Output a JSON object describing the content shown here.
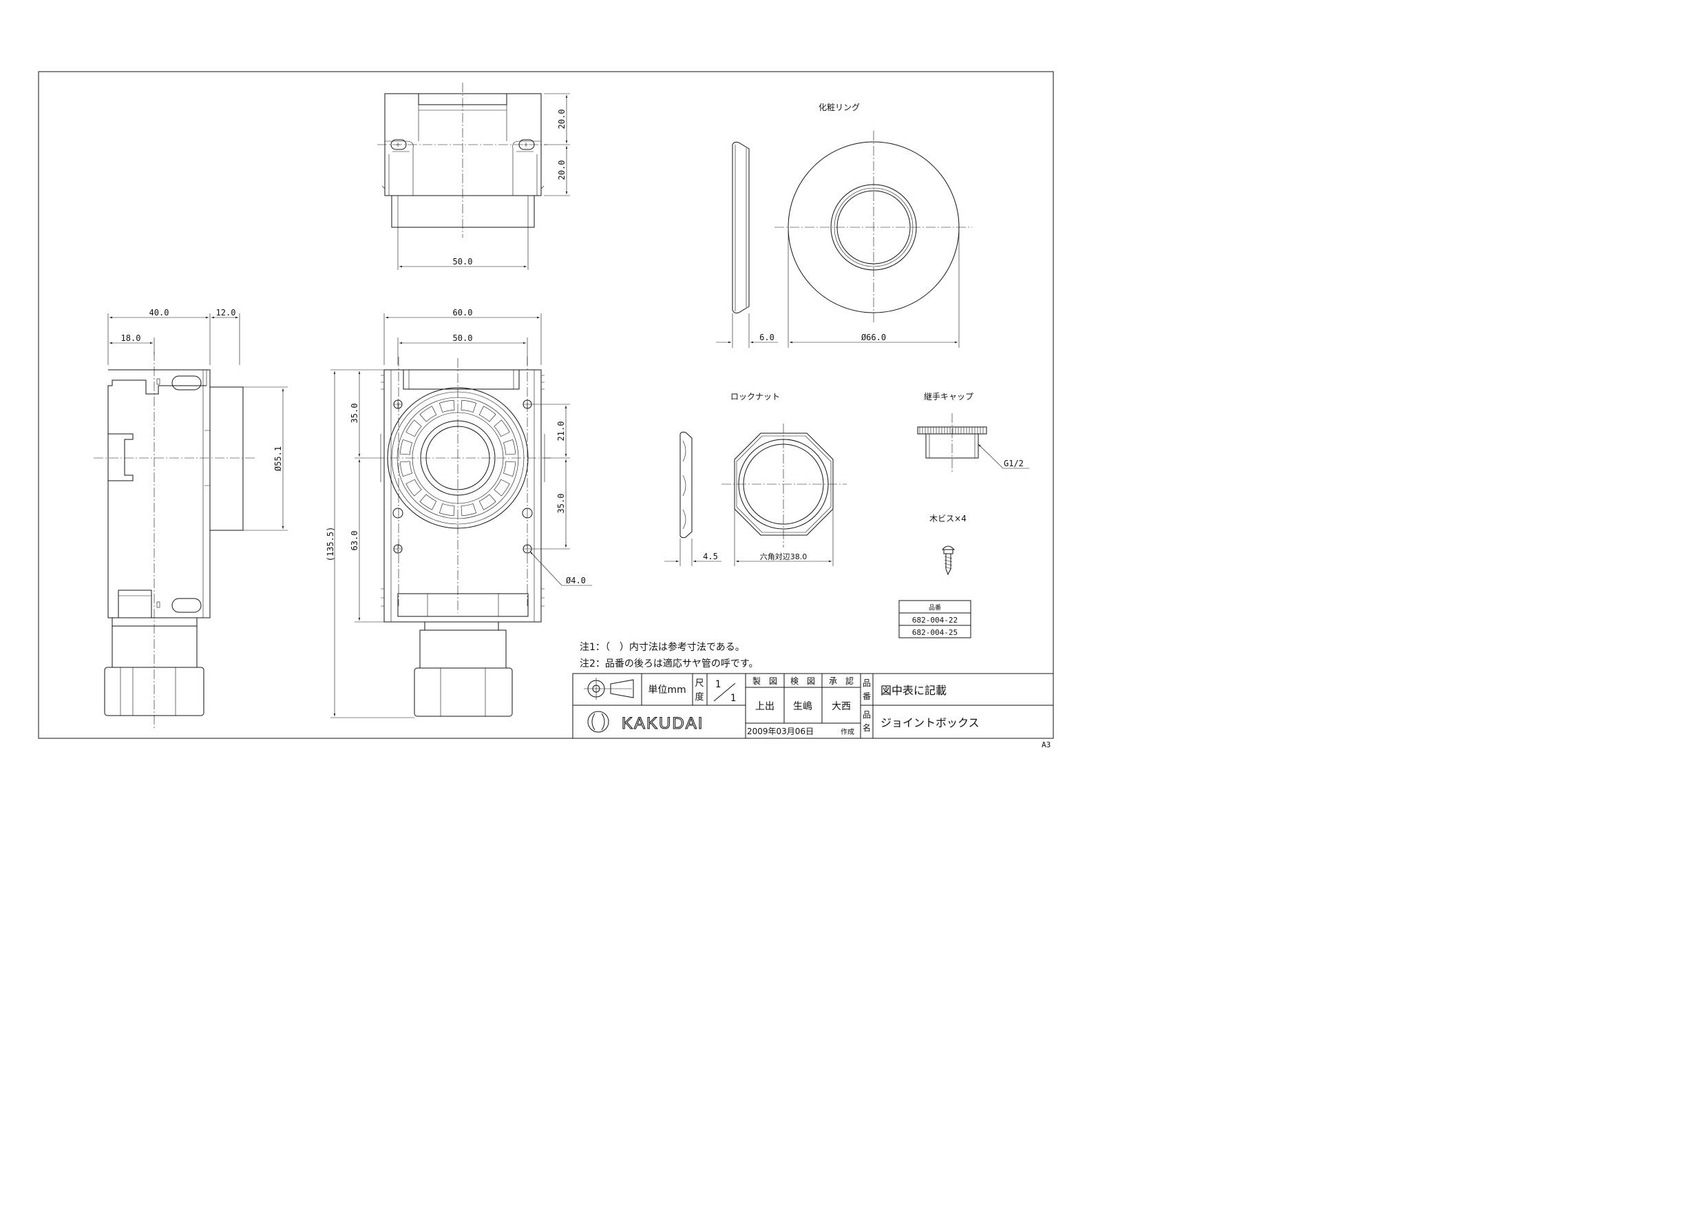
{
  "views": {
    "top_view": {
      "dims": {
        "h1": "20.0",
        "h2": "20.0",
        "width": "50.0"
      }
    },
    "side_view": {
      "dims": {
        "w40": "40.0",
        "w12": "12.0",
        "w18": "18.0",
        "dia": "Ø55.1"
      }
    },
    "front_view": {
      "dims": {
        "w60": "60.0",
        "w50": "50.0",
        "d35a": "35.0",
        "d63": "63.0",
        "d135": "(135.5)",
        "d21": "21.0",
        "d35b": "35.0",
        "hole": "Ø4.0"
      }
    },
    "ring": {
      "title": "化粧リング",
      "dims": {
        "thick": "6.0",
        "dia": "Ø66.0"
      }
    },
    "locknut": {
      "title": "ロックナット",
      "dims": {
        "thick": "4.5",
        "across": "六角対辺38.0"
      }
    },
    "cap": {
      "title": "継手キャップ",
      "thread": "G1/2"
    },
    "screw": {
      "title": "木ビス×4"
    }
  },
  "part_table": {
    "header": "品番",
    "rows": [
      "682-004-22",
      "682-004-25"
    ]
  },
  "notes": [
    "注1：（　）内寸法は参考寸法である。",
    "注2：品番の後ろは適応サヤ管の呼です。"
  ],
  "title_block": {
    "unit": "単位mm",
    "scale_label_top": "尺",
    "scale_label_bottom": "度",
    "scale_num": "1",
    "scale_den": "1",
    "roles": [
      "製　図",
      "検　図",
      "承　認"
    ],
    "names": [
      "上出",
      "生嶋",
      "大西"
    ],
    "part_no_label_top": "品",
    "part_no_label_bottom": "番",
    "part_no_value": "図中表に記載",
    "part_name_label_top": "品",
    "part_name_label_bottom": "名",
    "part_name_value": "ジョイントボックス",
    "brand": "KAKUDAI",
    "date": "2009年03月06日",
    "date_suffix": "作成",
    "sheet_size": "A3"
  }
}
